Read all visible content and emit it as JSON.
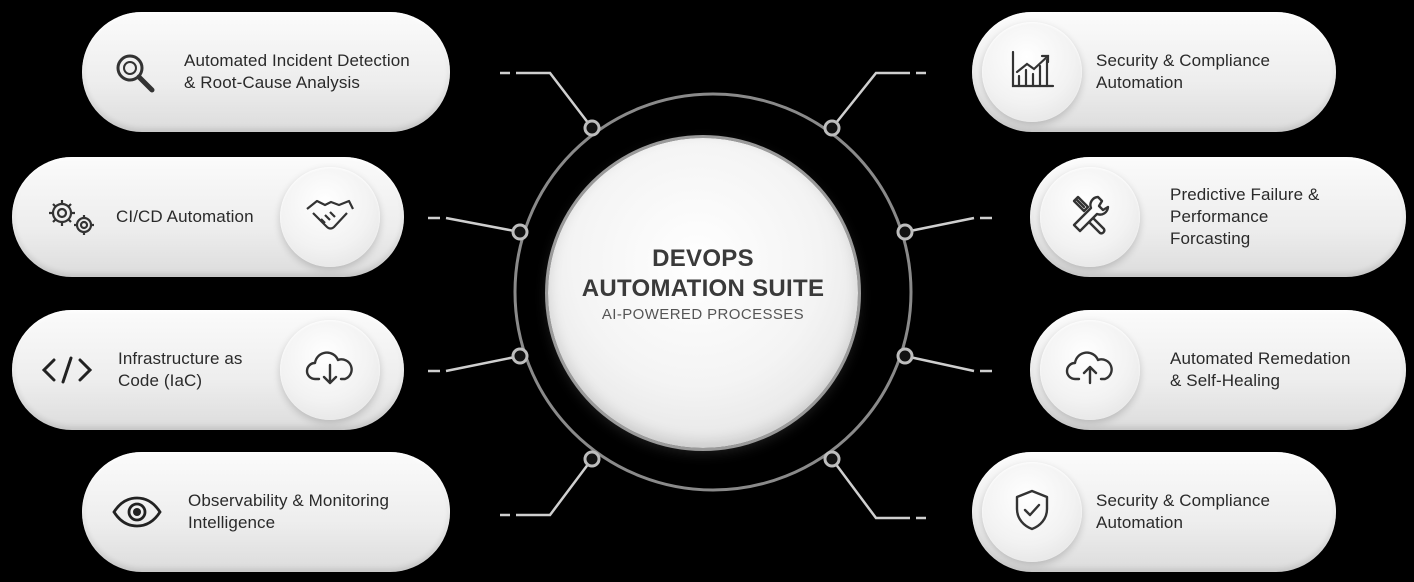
{
  "center": {
    "title": "DEVOPS\nAUTOMATION SUITE",
    "subtitle": "AI-POWERED PROCESSES"
  },
  "left_items": [
    {
      "label": "Automated Incident Detection\n& Root-Cause Analysis",
      "icon": "magnifier-icon"
    },
    {
      "label": "CI/CD Automation",
      "icon": "gears-icon",
      "secondary_icon": "handshake-icon"
    },
    {
      "label": "Infrastructure as\nCode (IaC)",
      "icon": "code-brackets-icon",
      "secondary_icon": "cloud-download-icon"
    },
    {
      "label": "Observability & Monitoring\nIntelligence",
      "icon": "eye-icon"
    }
  ],
  "right_items": [
    {
      "label": "Security & Compliance\nAutomation",
      "icon": "chart-growth-icon"
    },
    {
      "label": "Predictive Failure &\nPerformance\nForcasting",
      "icon": "tools-icon"
    },
    {
      "label": "Automated Remedation\n& Self-Healing",
      "icon": "cloud-upload-icon"
    },
    {
      "label": "Security & Compliance\nAutomation",
      "icon": "shield-check-icon"
    }
  ],
  "colors": {
    "background": "#000000",
    "pill": "#eeeeee",
    "ring": "#8c8c8c",
    "text": "#2a2a2a"
  }
}
